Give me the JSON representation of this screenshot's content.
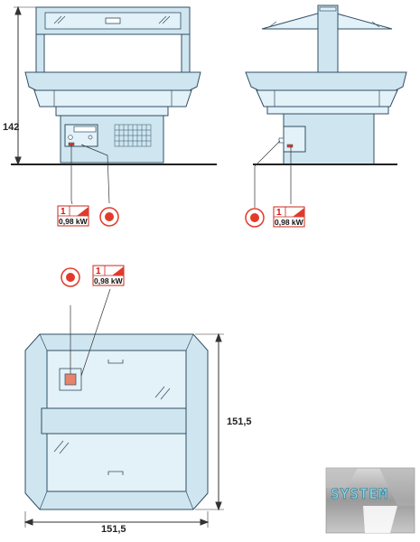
{
  "dimensions": {
    "height": "142",
    "depth": "151,5",
    "width": "151,5"
  },
  "electrical": {
    "phase": "1",
    "power": "0,98 kW"
  },
  "logo": {
    "text": "SYSTEM"
  },
  "colors": {
    "body_fill": "#cfe6f1",
    "body_fill_light": "#e3f1f8",
    "outline": "#2f4f63",
    "indicator_red": "#e23a2a",
    "power_box_border": "#c8281e"
  }
}
